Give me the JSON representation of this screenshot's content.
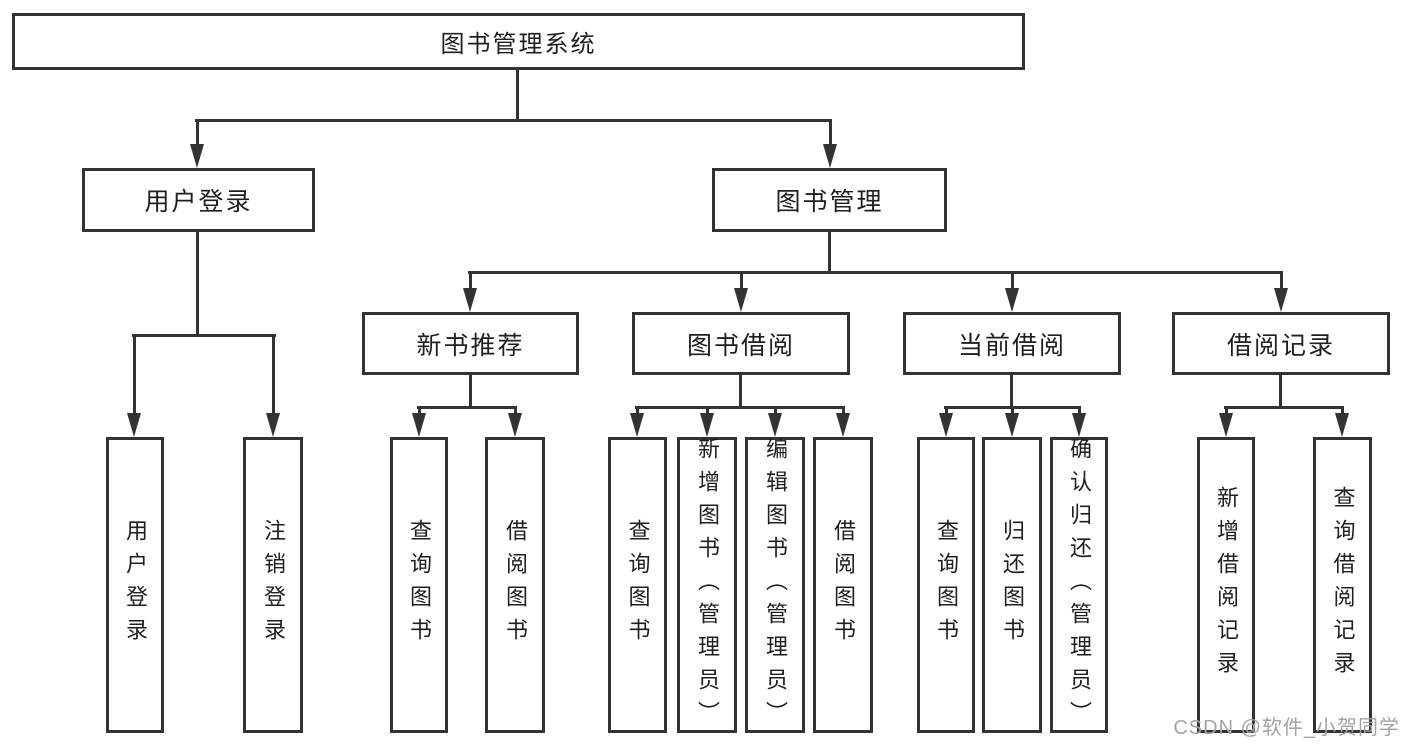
{
  "diagram": {
    "root": "图书管理系统",
    "level2": [
      "用户登录",
      "图书管理"
    ],
    "level3": [
      "新书推荐",
      "图书借阅",
      "当前借阅",
      "借阅记录"
    ],
    "leaves": {
      "user": [
        "用户登录",
        "注销登录"
      ],
      "recommend": [
        "查询图书",
        "借阅图书"
      ],
      "borrow": [
        "查询图书",
        "新增图书（管理员）",
        "编辑图书（管理员）",
        "借阅图书"
      ],
      "current": [
        "查询图书",
        "归还图书",
        "确认归还（管理员）"
      ],
      "records": [
        "新增借阅记录",
        "查询借阅记录"
      ]
    }
  },
  "watermark": "CSDN @软件_小贺同学",
  "colors": {
    "line": "#333333",
    "text": "#1f1f1f",
    "background": "#ffffff",
    "watermark": "#a3a3a3"
  }
}
